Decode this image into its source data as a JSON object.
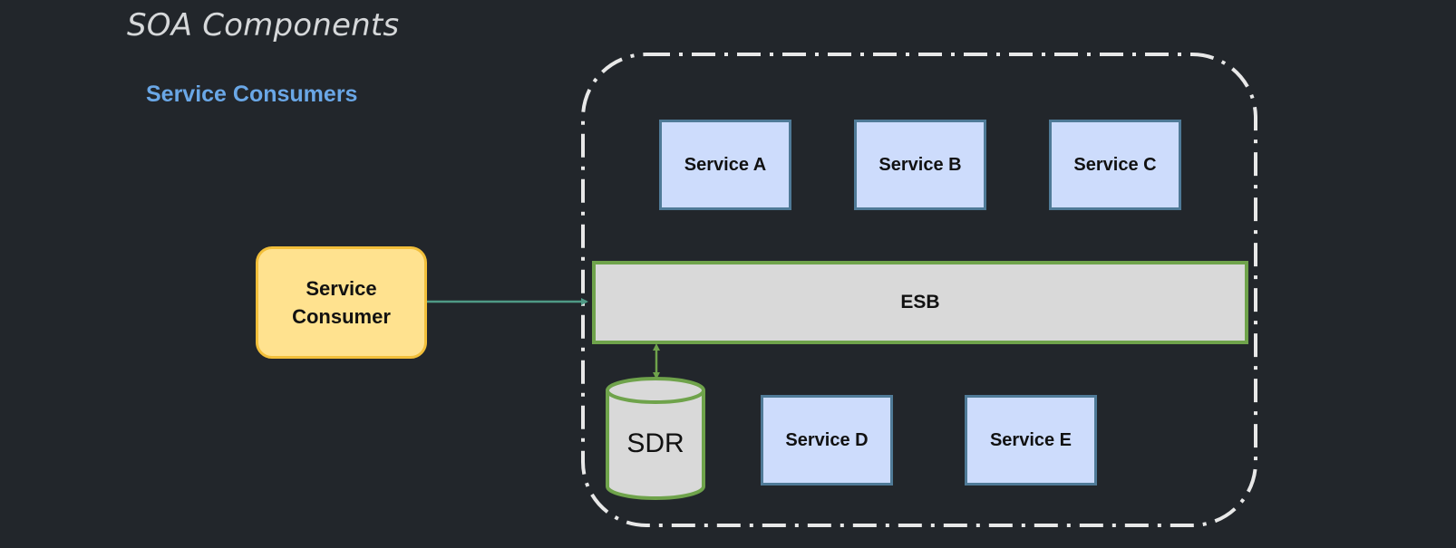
{
  "slide": {
    "title": "SOA Components",
    "subtitle": "Service Consumers"
  },
  "diagram": {
    "consumer": {
      "line1": "Service",
      "line2": "Consumer"
    },
    "esb": "ESB",
    "repository": "SDR",
    "services_top": [
      "Service A",
      "Service B",
      "Service C"
    ],
    "services_bottom": [
      "Service D",
      "Service E"
    ]
  },
  "colors": {
    "background": "#22262b",
    "title": "#d6d8da",
    "subtitle": "#6aa7e6",
    "service_fill": "#cddcfc",
    "service_border": "#4f7a97",
    "consumer_fill": "#ffe28f",
    "consumer_border": "#f2bf3a",
    "esb_fill": "#d9d9d9",
    "esb_border": "#6fa34b",
    "connector": "#4f9a86",
    "boundary": "#e8e8e8"
  }
}
